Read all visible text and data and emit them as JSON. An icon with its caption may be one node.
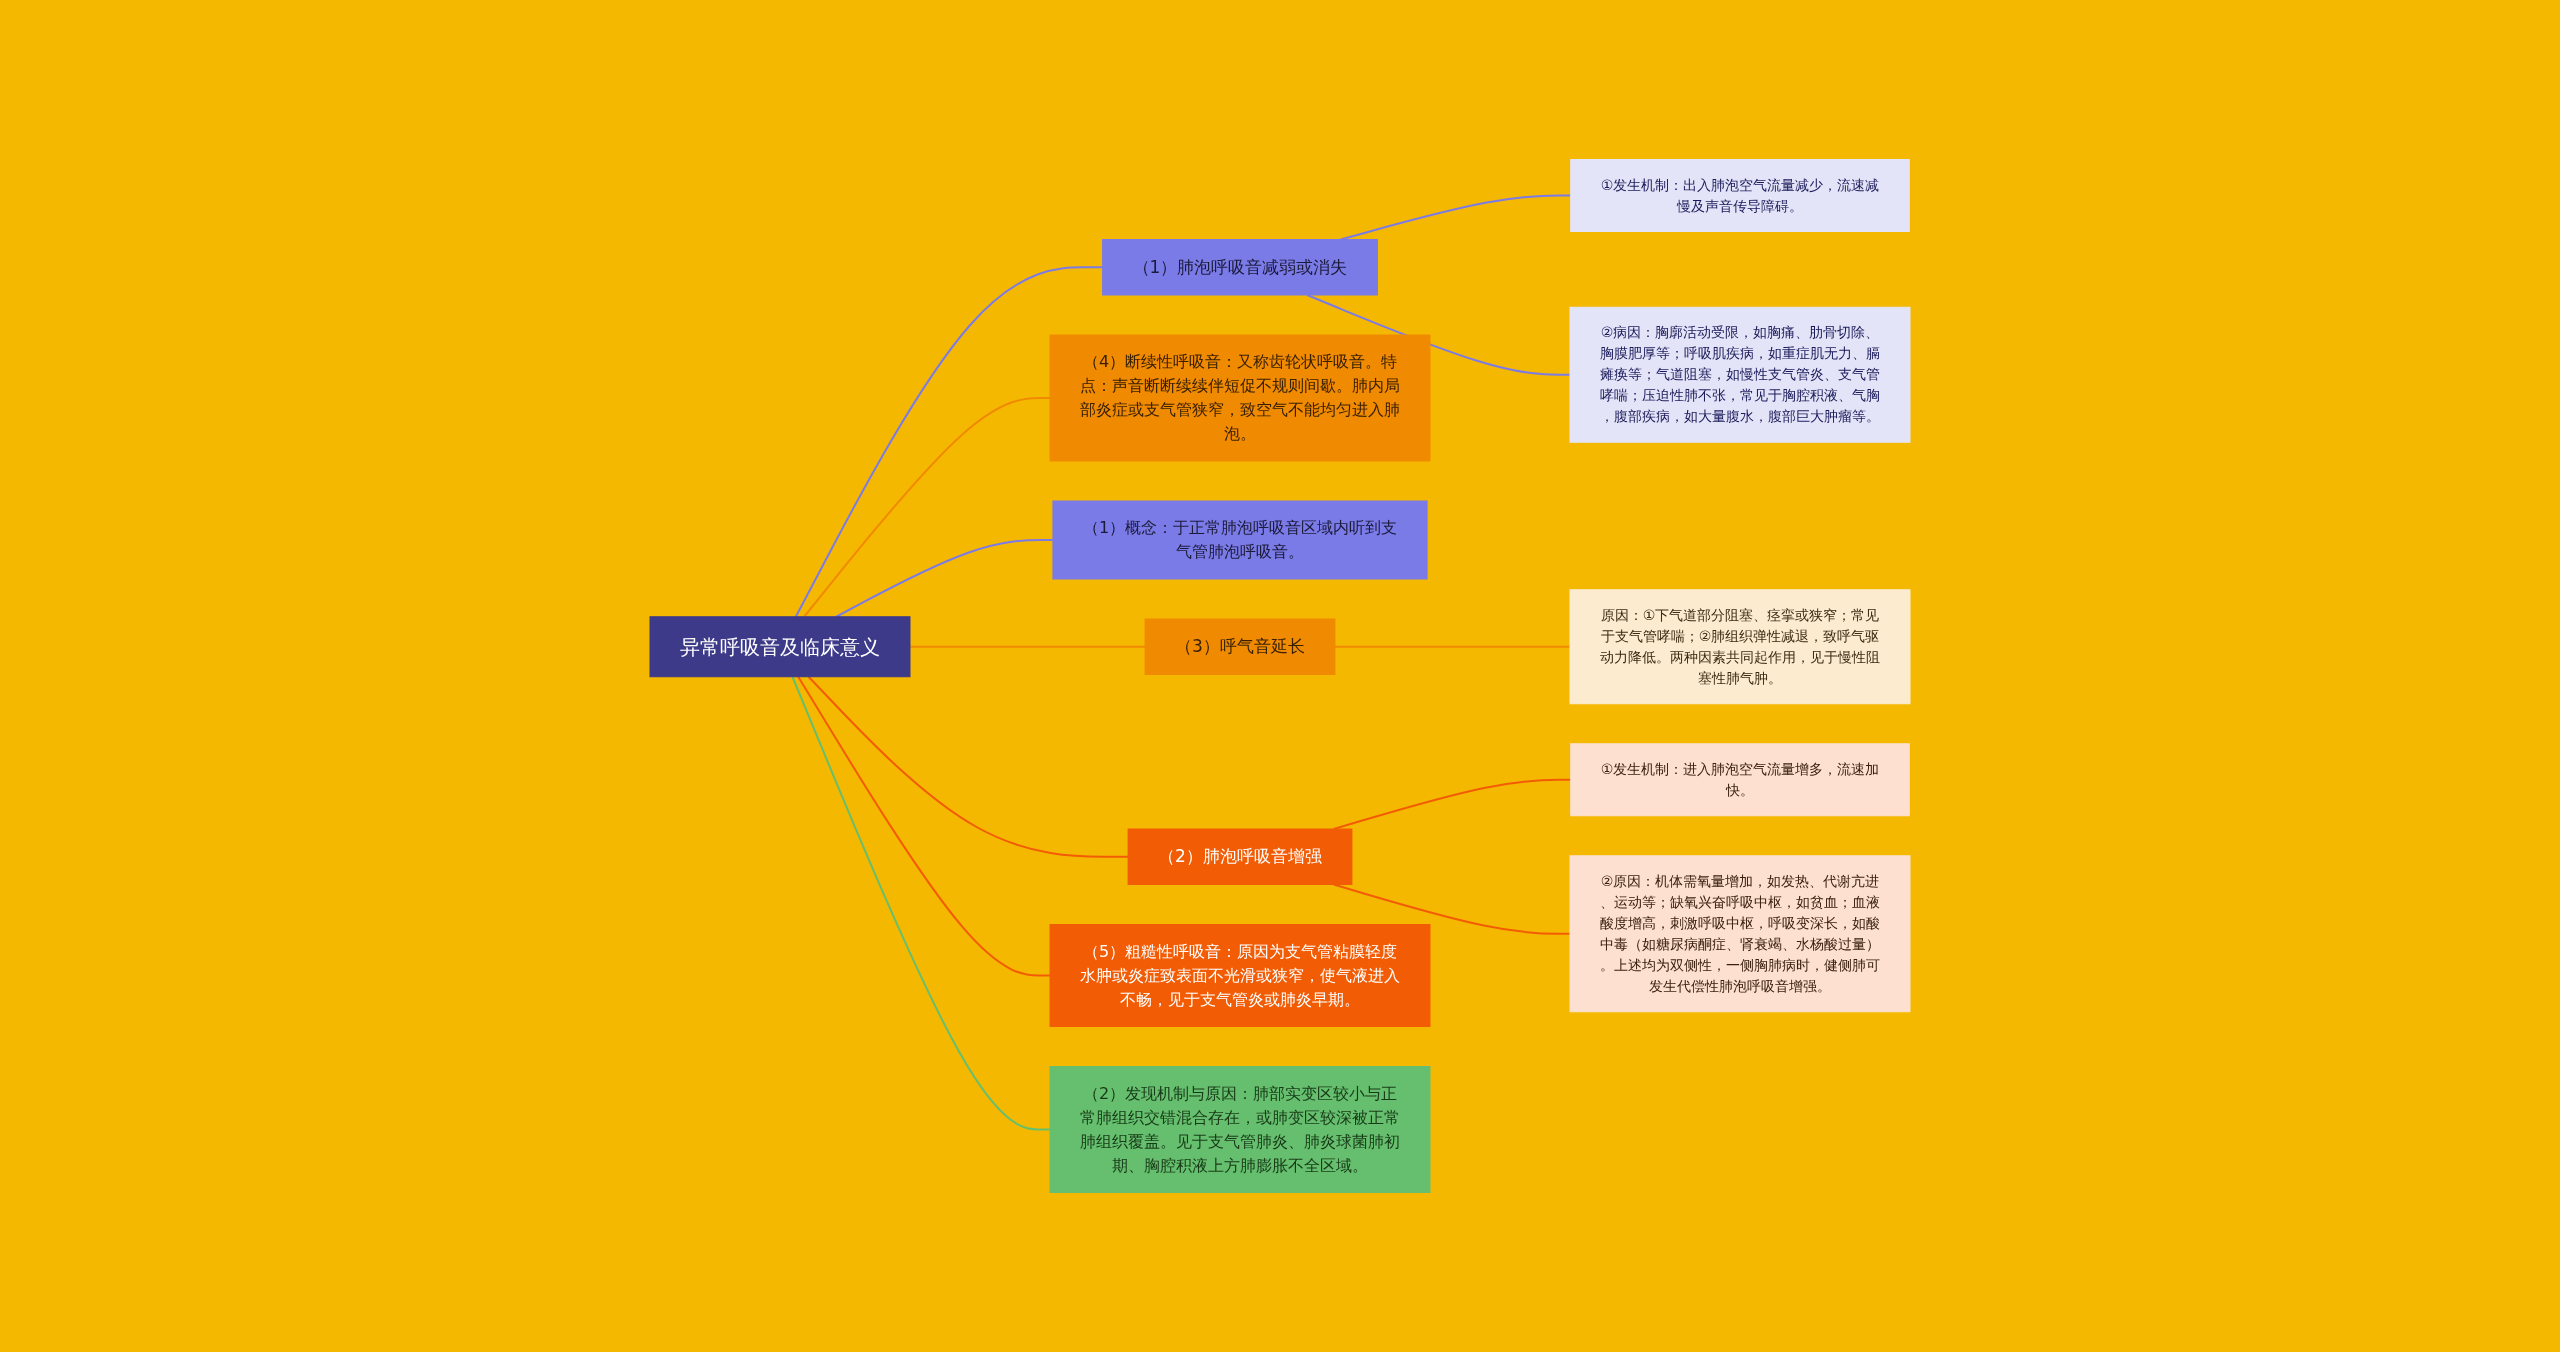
{
  "diagram": {
    "nodes": [
      {
        "text": [
          "异常呼吸音及临床意义"
        ]
      },
      {
        "text": [
          "（1）肺泡呼吸音减弱或消失"
        ]
      },
      {
        "text": [
          "①发生机制：出入肺泡空气流量减少，流速减慢及声音传导障碍。"
        ]
      },
      {
        "text": [
          "②病因：胸廓活动受限，如胸痛、肋骨切除、胸膜肥厚等；呼吸肌疾病，如重症肌无力、膈瘫痪等；气道阻塞，如慢性支气管炎、支气管哮喘；压迫性肺不张，常见于胸腔积液、气胸，腹部疾病，如大量腹水，腹部巨大肿瘤等。"
        ]
      },
      {
        "text": [
          "（3）呼气音延长"
        ]
      },
      {
        "text": [
          "原因：①下气道部分阻塞、痉挛或狭窄；常见于支气管哮喘；②肺组织弹性减退，致呼气驱动力降低。两种因素共同起作用，见于慢性阻塞性肺气肿。"
        ]
      },
      {
        "text": [
          "（5）粗糙性呼吸音：原因为支气管粘膜轻度水肿或炎症致表面不光滑或狭窄，使气液进入不畅，见于支气管炎或肺炎早期。"
        ]
      },
      {
        "text": [
          "（2）发现机制与原因：肺部实变区较小与正常肺组织交错混合存在，或肺变区较深被正常肺组织覆盖。见于支气管肺炎、肺炎球菌肺初期、胸腔积液上方肺膨胀不全区域。"
        ]
      },
      {
        "text": [
          "（2）肺泡呼吸音增强"
        ]
      },
      {
        "text": [
          "①发生机制：进入肺泡空气流量增多，流速加快。"
        ]
      },
      {
        "text": [
          "②原因：机体需氧量增加，如发热、代谢亢进、运动等；缺氧兴奋呼吸中枢，如贫血；血液酸度增高，刺激呼吸中枢，呼吸变深长，如酸中毒（如糖尿病酮症、肾衰竭、水杨酸过量）。上述均为双侧性，一侧胸肺病时，健侧肺可发生代偿性肺泡呼吸音增强。"
        ]
      },
      {
        "text": [
          "（4）断续性呼吸音：又称齿轮状呼吸音。特点：声音断断续续伴短促不规则间歇。肺内局部炎症或支气管狭窄，致空气不能均匀进入肺泡。"
        ]
      },
      {
        "text": [
          "（1）概念：于正常肺泡呼吸音区域内听到支气管肺泡呼吸音。"
        ]
      }
    ],
    "edges": [
      {
        "from": 0,
        "to": 1,
        "arrow": "none",
        "color": "#7b7be8"
      },
      {
        "from": 1,
        "to": 2,
        "arrow": "none",
        "color": "#7b7be8"
      },
      {
        "from": 1,
        "to": 3,
        "arrow": "none",
        "color": "#7b7be8"
      },
      {
        "from": 0,
        "to": 4,
        "arrow": "none",
        "color": "#f08a00"
      },
      {
        "from": 4,
        "to": 5,
        "arrow": "none",
        "color": "#f08a00"
      },
      {
        "from": 0,
        "to": 6,
        "arrow": "none",
        "color": "#f25c05"
      },
      {
        "from": 0,
        "to": 7,
        "arrow": "none",
        "color": "#66bf6e"
      },
      {
        "from": 0,
        "to": 8,
        "arrow": "none",
        "color": "#f25c05"
      },
      {
        "from": 8,
        "to": 9,
        "arrow": "none",
        "color": "#f25c05"
      },
      {
        "from": 8,
        "to": 10,
        "arrow": "none",
        "color": "#f25c05"
      },
      {
        "from": 0,
        "to": 11,
        "arrow": "none",
        "color": "#f08a00"
      },
      {
        "from": 0,
        "to": 12,
        "arrow": "none",
        "color": "#7b7be8"
      }
    ]
  }
}
